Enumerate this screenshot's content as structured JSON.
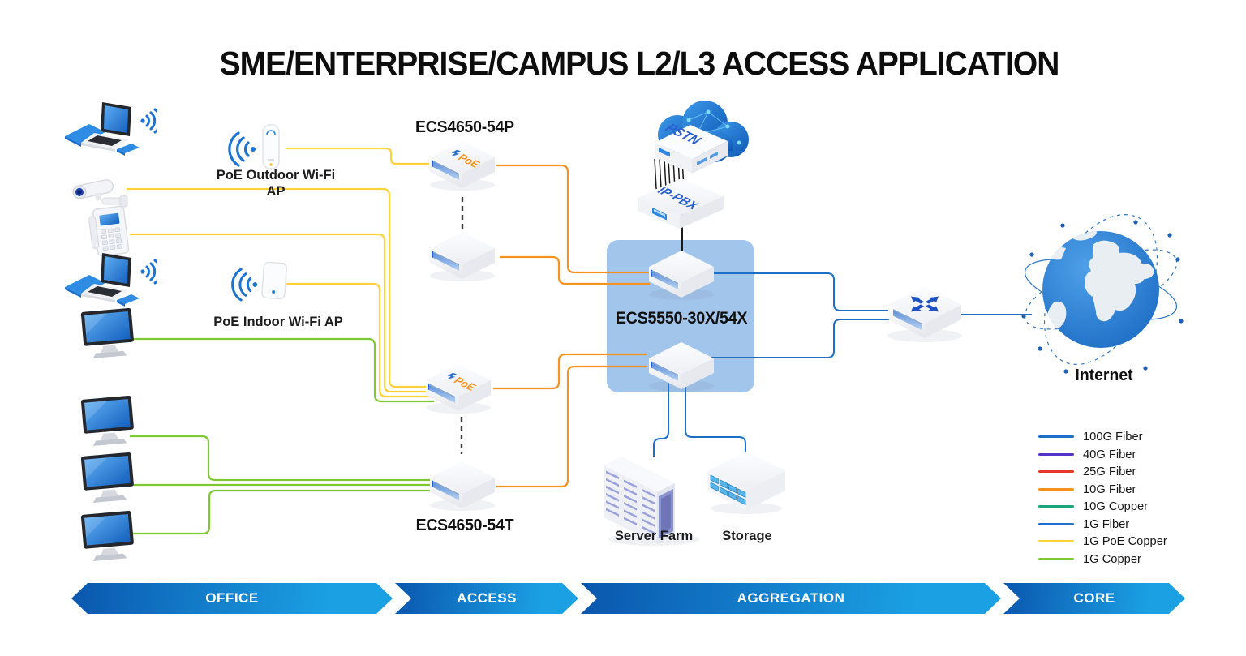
{
  "title": "SME/ENTERPRISE/CAMPUS L2/L3 ACCESS APPLICATION",
  "labels": {
    "poe_outdoor_ap": "PoE Outdoor Wi-Fi AP",
    "poe_indoor_ap": "PoE Indoor Wi-Fi AP",
    "access_switch_poe": "ECS4650-54P",
    "access_switch": "ECS4650-54T",
    "aggregation_switch": "ECS5550-30X/54X",
    "pstn": "PSTN",
    "ip_pbx": "IP-PBX",
    "server_farm": "Server Farm",
    "storage": "Storage",
    "internet": "Internet",
    "poe_badge": "PoE"
  },
  "legend": {
    "items": [
      {
        "label": "100G Fiber",
        "color": "#1D6FC8"
      },
      {
        "label": "40G Fiber",
        "color": "#5433C9"
      },
      {
        "label": "25G Fiber",
        "color": "#E8382E"
      },
      {
        "label": "10G Fiber",
        "color": "#F6921E"
      },
      {
        "label": "10G Copper",
        "color": "#18A57B"
      },
      {
        "label": "1G Fiber",
        "color": "#1D6FC8"
      },
      {
        "label": "1G PoE Copper",
        "color": "#FFD23A"
      },
      {
        "label": "1G Copper",
        "color": "#7EC832"
      }
    ]
  },
  "banner": {
    "segments": [
      {
        "label": "OFFICE"
      },
      {
        "label": "ACCESS"
      },
      {
        "label": "AGGREGATION"
      },
      {
        "label": "CORE"
      }
    ]
  },
  "colors": {
    "poe_copper_1g": "#FFD23A",
    "copper_1g": "#7EC832",
    "fiber_10g": "#F6921E",
    "fiber_1g": "#1D6FC8",
    "banner_dark": "#0A57AE",
    "banner_light": "#1BA0E4",
    "agg_box": "#A2C5EB",
    "accent_blue": "#1B74D1"
  }
}
